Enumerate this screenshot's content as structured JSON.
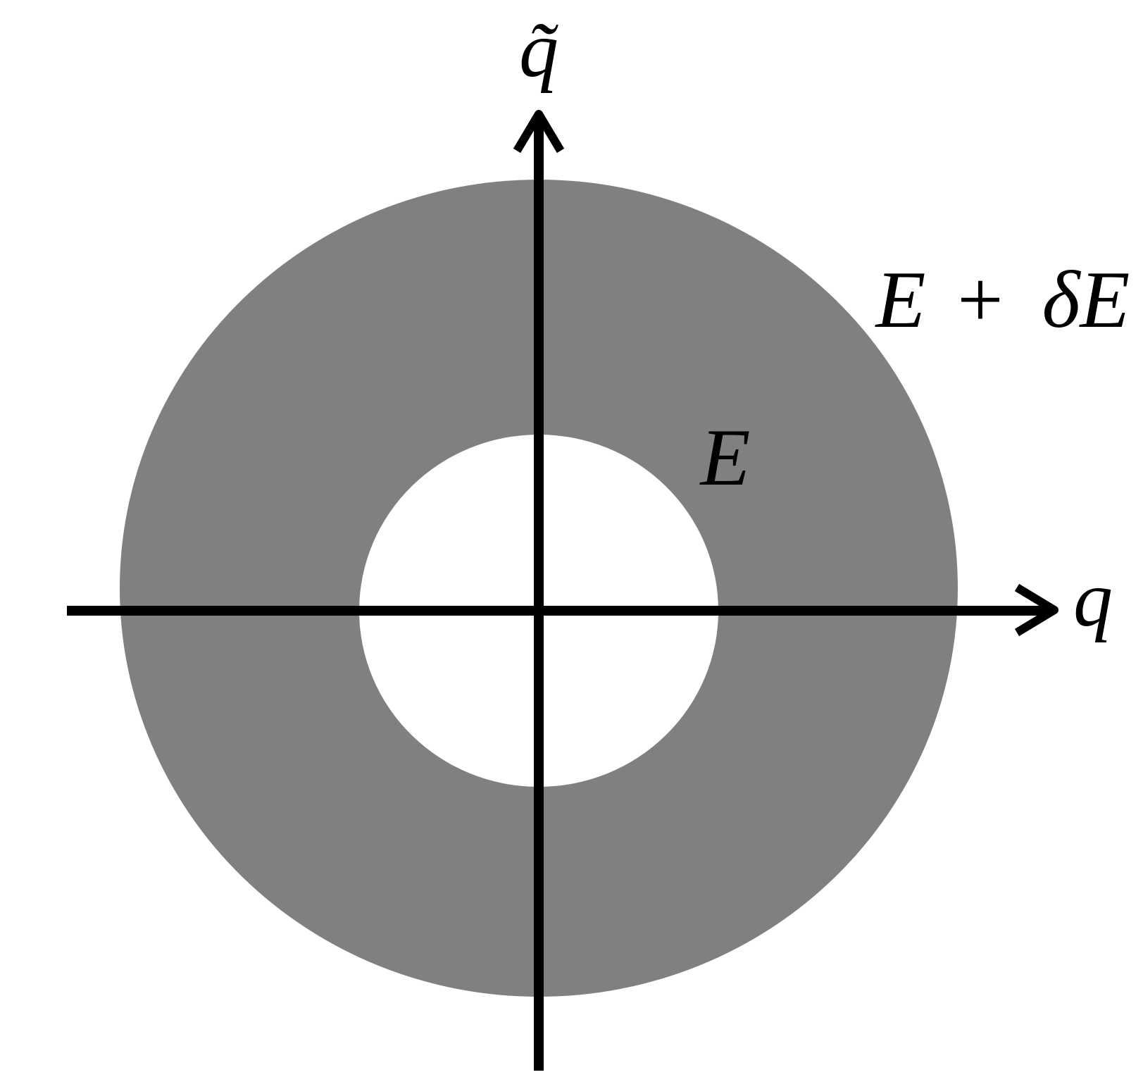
{
  "colors": {
    "background": "#ffffff",
    "shell_fill": "#808080",
    "inner_fill": "#ffffff",
    "axis_stroke": "#000000"
  },
  "labels": {
    "vertical_axis": "q̃",
    "horizontal_axis": "q",
    "outer_contour_e": "E",
    "outer_contour_plus": "+",
    "outer_contour_delta_e": "δE",
    "inner_contour": "E"
  }
}
